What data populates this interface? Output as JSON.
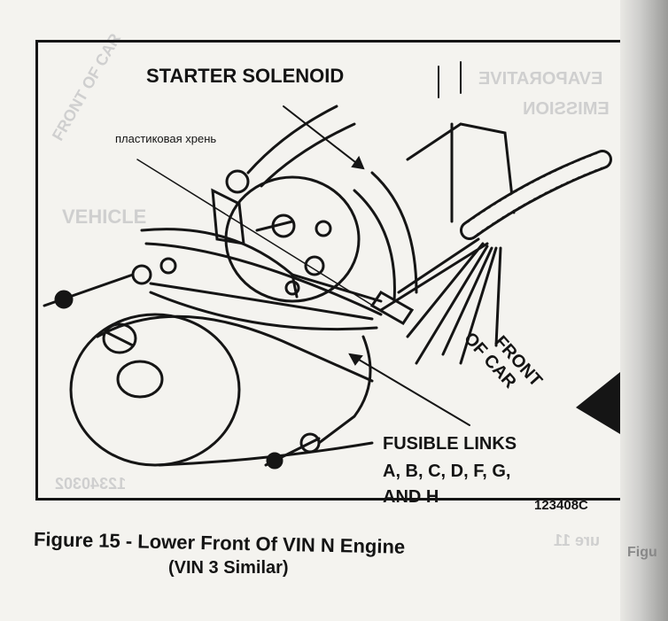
{
  "diagram": {
    "callouts": {
      "starter_solenoid": "STARTER SOLENOID",
      "annotation_ru": "пластиковая хрень",
      "front_of_car_line1": "FRONT",
      "front_of_car_line2": "OF CAR",
      "fusible_links_line1": "FUSIBLE LINKS",
      "fusible_links_line2": "A, B, C, D, F, G,",
      "fusible_links_line3": "AND H",
      "figure_code": "123408C"
    },
    "bleed_through": {
      "code": "12340302",
      "evaporative": "EVAPORATIVE",
      "emission": "EMISSION",
      "vehicle": "VEHICLE",
      "front_of_car": "FRONT OF CAR",
      "next_caption": "ure 11"
    }
  },
  "caption": {
    "line1": "Figure 15 - Lower Front Of VIN N Engine",
    "line2": "(VIN 3 Similar)"
  },
  "page_edge_text": "Figu"
}
